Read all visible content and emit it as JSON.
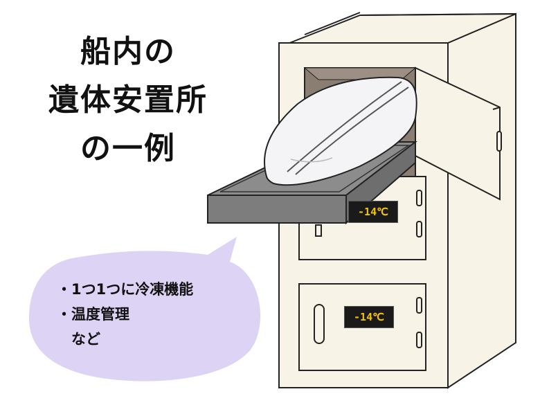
{
  "title_lines": [
    "船内の",
    "遺体安置所",
    "の一例"
  ],
  "bubble_lines": [
    "・1つ1つに冷凍機能",
    "・温度管理",
    "　など"
  ],
  "drawer_temperatures": [
    "-14℃",
    "-14℃"
  ],
  "colors": {
    "bubble": "#ddd3f5",
    "cabinet": "#f7f3e6",
    "tray": "#8c8c8c",
    "display_text": "#f5c400"
  }
}
